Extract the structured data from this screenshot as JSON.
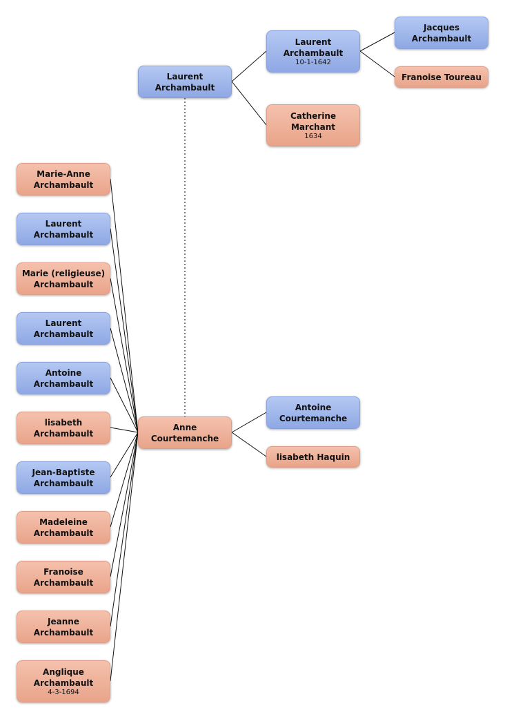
{
  "people": {
    "laurent_archambault": {
      "name": "Laurent\nArchambault"
    },
    "laurent_archambault_father": {
      "name": "Laurent\nArchambault",
      "date": "10-1-1642"
    },
    "jacques_archambault": {
      "name": "Jacques\nArchambault"
    },
    "francoise_toureau": {
      "name": "Franoise Toureau"
    },
    "catherine_marchant": {
      "name": "Catherine\nMarchant",
      "date": "1634"
    },
    "anne_courtemanche": {
      "name": "Anne\nCourtemanche"
    },
    "antoine_courtemanche": {
      "name": "Antoine\nCourtemanche"
    },
    "elisabeth_haquin": {
      "name": "lisabeth Haquin"
    }
  },
  "children": [
    {
      "name": "Marie-Anne\nArchambault",
      "sex": "female"
    },
    {
      "name": "Laurent\nArchambault",
      "sex": "male"
    },
    {
      "name": "Marie (religieuse)\nArchambault",
      "sex": "female"
    },
    {
      "name": "Laurent\nArchambault",
      "sex": "male"
    },
    {
      "name": "Antoine\nArchambault",
      "sex": "male"
    },
    {
      "name": "lisabeth\nArchambault",
      "sex": "female"
    },
    {
      "name": "Jean-Baptiste\nArchambault",
      "sex": "male"
    },
    {
      "name": "Madeleine\nArchambault",
      "sex": "female"
    },
    {
      "name": "Franoise\nArchambault",
      "sex": "female"
    },
    {
      "name": "Jeanne\nArchambault",
      "sex": "female"
    },
    {
      "name": "Anglique\nArchambault",
      "sex": "female",
      "date": "4-3-1694"
    }
  ],
  "colors": {
    "male": "#9fb6ec",
    "female": "#efb39c",
    "connector": "#111111",
    "spouse_link": "#555555"
  }
}
